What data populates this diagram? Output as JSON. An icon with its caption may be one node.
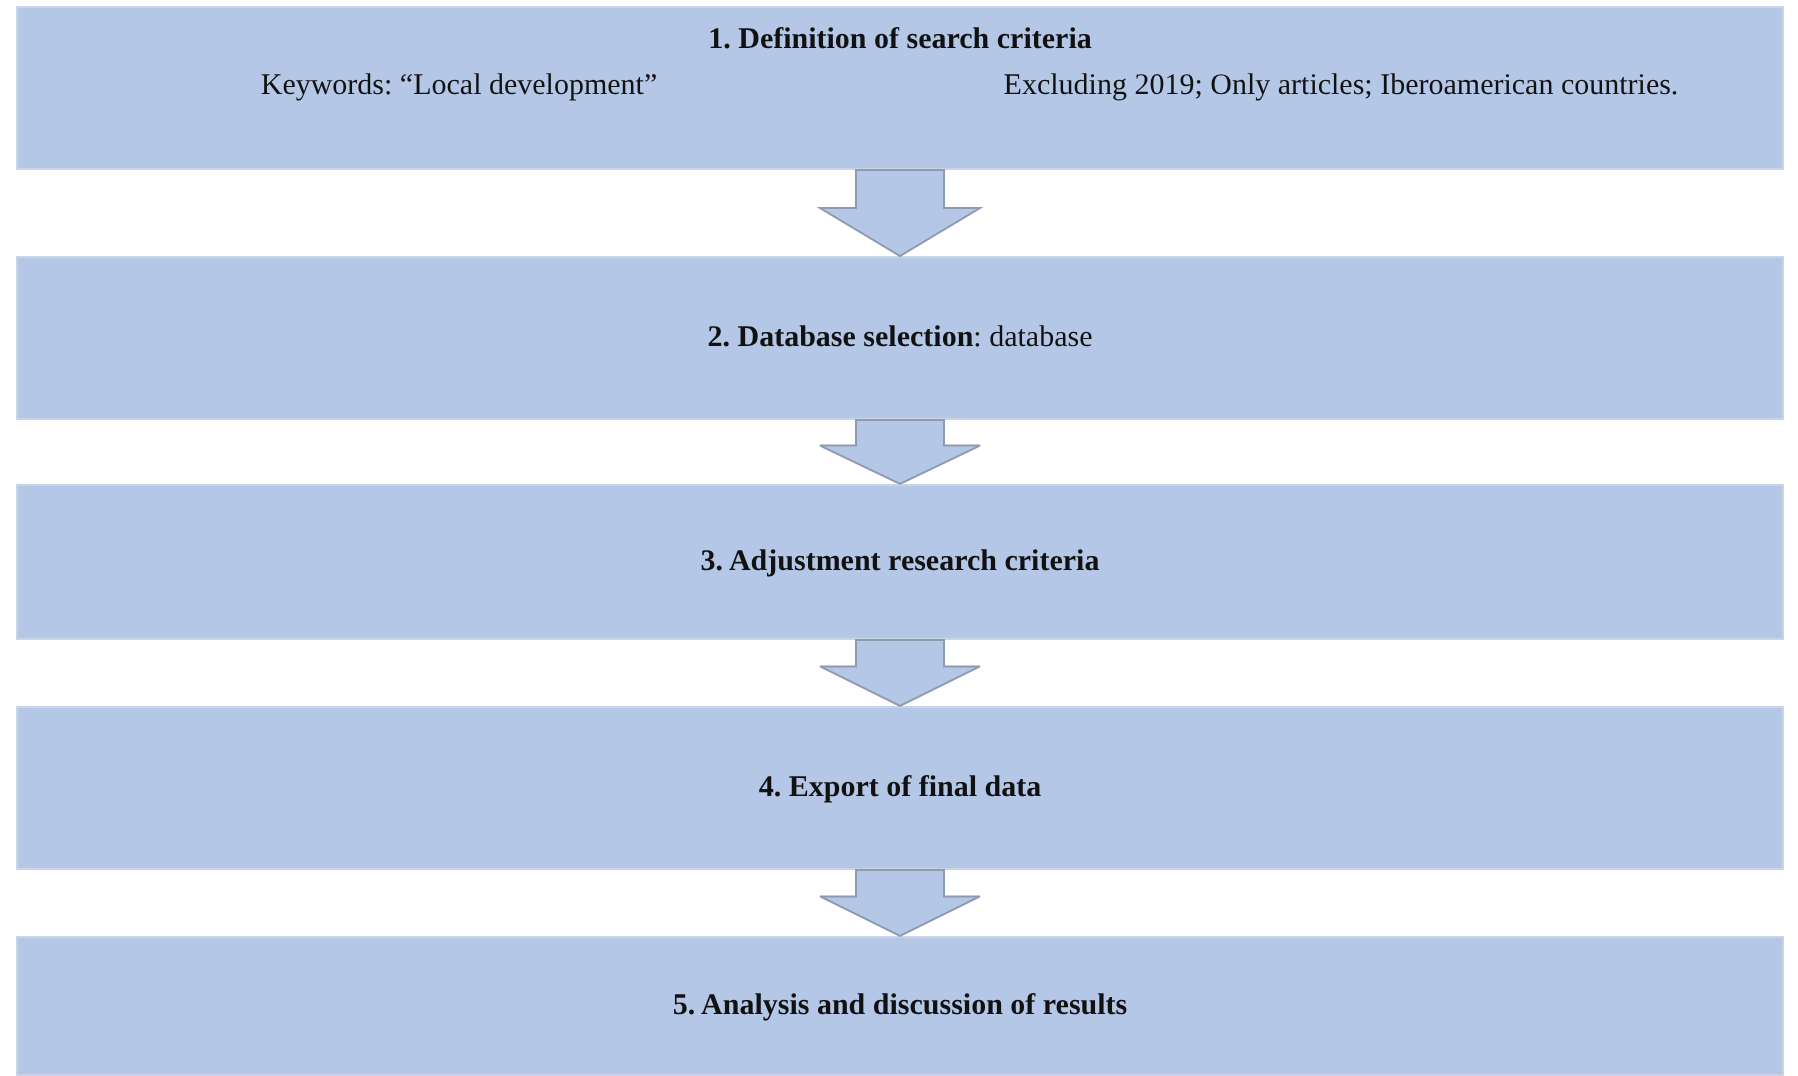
{
  "diagram": {
    "nodes": [
      {
        "text": [
          "1. Definition of search criteria",
          "Keywords: “Local development”",
          "Excluding 2019; Only articles; Iberoamerican countries."
        ]
      },
      {
        "text": [
          "**2. Database selection**: database"
        ]
      },
      {
        "text": [
          "3. Adjustment research criteria"
        ]
      },
      {
        "text": [
          "4.  Export of final data"
        ]
      },
      {
        "text": [
          "5. Analysis and discussion of results"
        ]
      }
    ],
    "edges": [
      {
        "from": 0,
        "to": 1,
        "arrow": "to"
      },
      {
        "from": 1,
        "to": 2,
        "arrow": "to"
      },
      {
        "from": 2,
        "to": 3,
        "arrow": "to"
      },
      {
        "from": 3,
        "to": 4,
        "arrow": "to"
      }
    ]
  }
}
